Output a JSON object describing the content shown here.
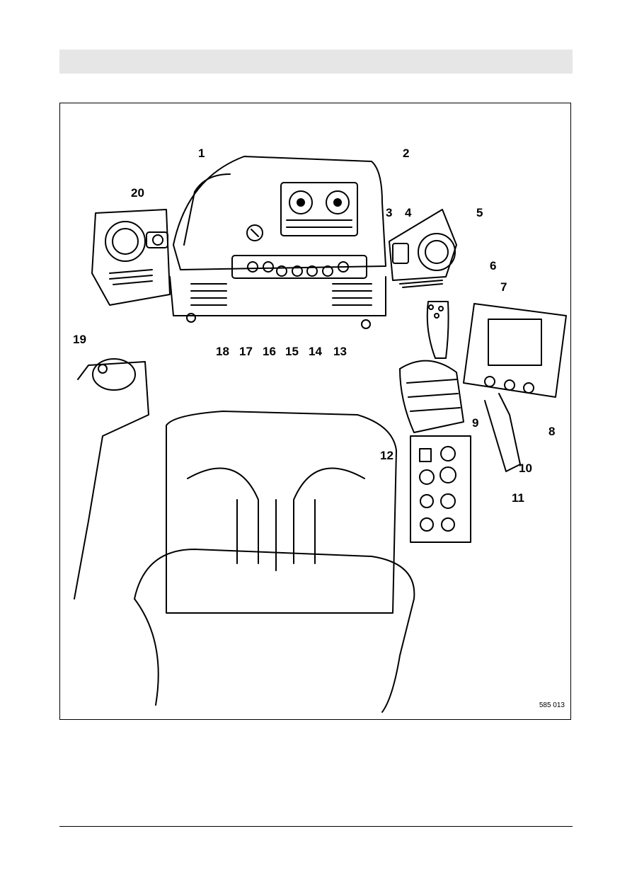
{
  "header": {
    "text": ""
  },
  "figure": {
    "code": "585 013",
    "callouts": [
      "1",
      "2",
      "3",
      "4",
      "5",
      "6",
      "7",
      "8",
      "9",
      "10",
      "11",
      "12",
      "13",
      "14",
      "15",
      "16",
      "17",
      "18",
      "19",
      "20"
    ]
  }
}
